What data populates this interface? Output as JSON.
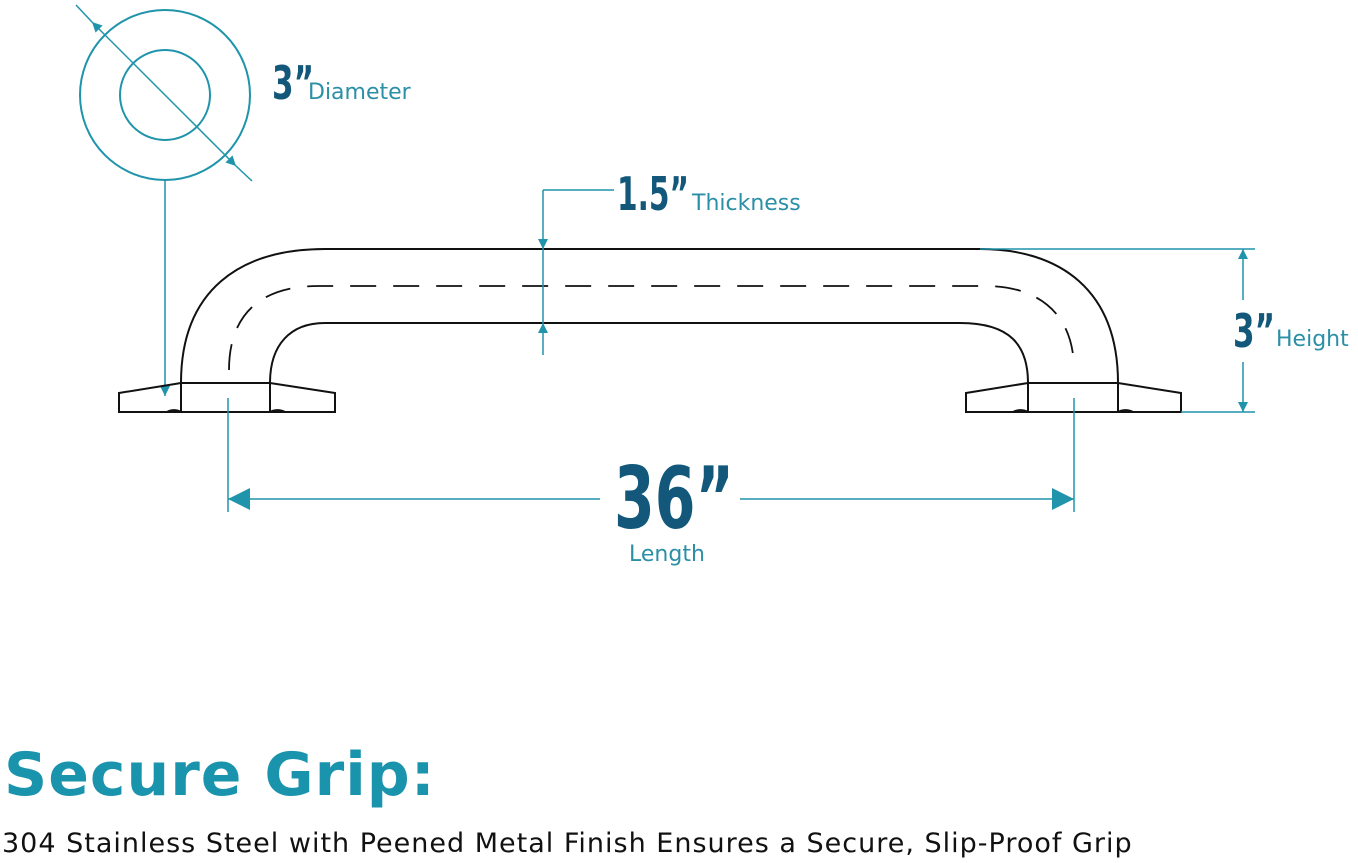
{
  "diagram": {
    "diameter": {
      "value": "3”",
      "label": "Diameter"
    },
    "thickness": {
      "value": "1.5”",
      "label": "Thickness"
    },
    "height": {
      "value": "3”",
      "label": "Height"
    },
    "length": {
      "value": "36”",
      "label": "Length"
    },
    "colors": {
      "outline": "#111111",
      "dimension_lines": "#1f94ab",
      "dimension_values": "#13587a",
      "dimension_labels": "#2b8fa6"
    }
  },
  "feature": {
    "heading": "Secure Grip:",
    "description": "304 Stainless Steel with Peened Metal Finish Ensures a Secure, Slip-Proof Grip"
  }
}
